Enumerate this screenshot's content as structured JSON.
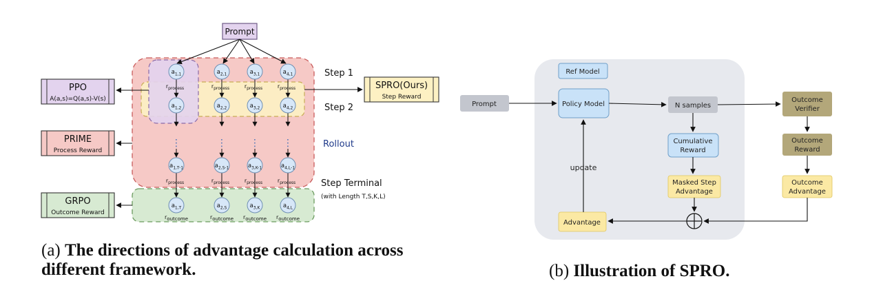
{
  "left": {
    "prompt": "Prompt",
    "steps": {
      "s1": "Step 1",
      "s2": "Step 2",
      "rollout": "Rollout",
      "terminal": "Step Terminal",
      "terminal_note": "(with Length T,S,K,L)"
    },
    "frameworks": {
      "ppo": {
        "name": "PPO",
        "sub": "A(a,s)=Q(a,s)-V(s)"
      },
      "prime": {
        "name": "PRIME",
        "sub": "Process Reward"
      },
      "grpo": {
        "name": "GRPO",
        "sub": "Outcome Reward"
      },
      "spro": {
        "name": "SPRO(Ours)",
        "sub": "Step Reward"
      }
    },
    "columns": [
      {
        "n1": {
          "b": "a",
          "s": "1,1"
        },
        "n2": {
          "b": "a",
          "s": "1,2"
        },
        "nt": {
          "b": "a",
          "s": "1,T-1"
        },
        "nl": {
          "b": "a",
          "s": "1,T"
        }
      },
      {
        "n1": {
          "b": "a",
          "s": "2,1"
        },
        "n2": {
          "b": "a",
          "s": "2,2"
        },
        "nt": {
          "b": "a",
          "s": "2,S-1"
        },
        "nl": {
          "b": "a",
          "s": "2,S"
        }
      },
      {
        "n1": {
          "b": "a",
          "s": "3,1"
        },
        "n2": {
          "b": "a",
          "s": "3,2"
        },
        "nt": {
          "b": "a",
          "s": "3,K-1"
        },
        "nl": {
          "b": "a",
          "s": "3,K"
        }
      },
      {
        "n1": {
          "b": "a",
          "s": "4,1"
        },
        "n2": {
          "b": "a",
          "s": "4,2"
        },
        "nt": {
          "b": "a",
          "s": "4,L-1"
        },
        "nl": {
          "b": "a",
          "s": "4,L"
        }
      }
    ],
    "r_base": "r",
    "r_process": "process",
    "r_outcome": "outcome",
    "dots": "⋮",
    "caption_prefix": "(a) ",
    "caption_line1": "The directions of advantage calculation across",
    "caption_line2": "different framework."
  },
  "right": {
    "prompt": "Prompt",
    "ref_model": "Ref Model",
    "policy_model": "Policy Model",
    "n_samples": "N samples",
    "outcome_verifier": [
      "Outcome",
      "Verifier"
    ],
    "outcome_reward": [
      "Outcome",
      "Reward"
    ],
    "outcome_advantage": [
      "Outcome",
      "Advantage"
    ],
    "cumulative_reward": [
      "Cumulative",
      "Reward"
    ],
    "masked_step_advantage": [
      "Masked Step",
      "Advantage"
    ],
    "advantage": "Advantage",
    "update": "update",
    "caption_prefix": "(b) ",
    "caption": "Illustration of SPRO."
  },
  "colors": {
    "purple_fill": "#e3d3ee",
    "yellow_fill": "#fdf1c3",
    "red_fill": "#f6c9c6",
    "green_fill": "#d7ead2",
    "node_fill": "#d7e7f8",
    "node_stroke": "#6f8fb3",
    "gray_panel": "#e7e9ee",
    "blue_box": "#c9e2f8",
    "yellow_box": "#fbe9a4",
    "olive_box": "#b3a77a",
    "gray_box": "#c3c6ce",
    "rollout_text": "#1f3a8a"
  }
}
